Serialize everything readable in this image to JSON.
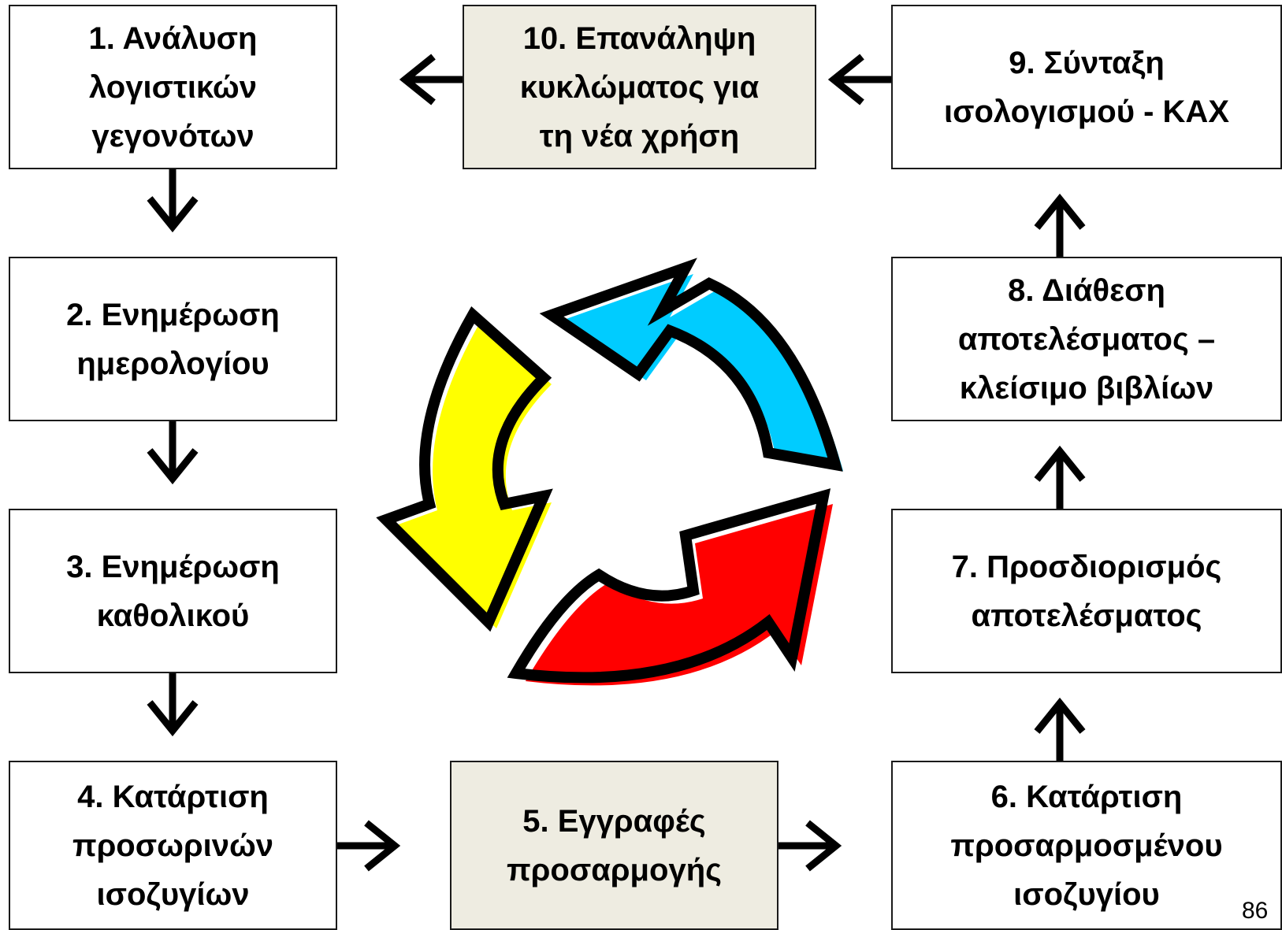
{
  "steps": [
    {
      "id": "step-1",
      "lines": [
        "1. Ανάλυση",
        "λογιστικών",
        "γεγονότων"
      ]
    },
    {
      "id": "step-2",
      "lines": [
        "2. Ενημέρωση",
        "ημερολογίου"
      ]
    },
    {
      "id": "step-3",
      "lines": [
        "3. Ενημέρωση",
        "καθολικού"
      ]
    },
    {
      "id": "step-4",
      "lines": [
        "4.  Κατάρτιση",
        "προσωρινών",
        "ισοζυγίων"
      ]
    },
    {
      "id": "step-5",
      "lines": [
        "5. Εγγραφές",
        "προσαρμογής"
      ]
    },
    {
      "id": "step-6",
      "lines": [
        "6. Κατάρτιση",
        "προσαρμοσμένου",
        "ισοζυγίου"
      ]
    },
    {
      "id": "step-7",
      "lines": [
        "7. Προσδιορισμός",
        "αποτελέσματος"
      ]
    },
    {
      "id": "step-8",
      "lines": [
        "8. Διάθεση",
        "αποτελέσματος –",
        "κλείσιμο βιβλίων"
      ]
    },
    {
      "id": "step-9",
      "lines": [
        "9. Σύνταξη",
        "ισολογισμού - ΚΑΧ"
      ]
    },
    {
      "id": "step-10",
      "lines": [
        "10. Επανάληψη",
        "κυκλώματος για",
        "τη νέα χρήση"
      ]
    }
  ],
  "page_number": "86",
  "colors": {
    "border": "#1a1a1a",
    "shaded_box": "#eeece1",
    "arrow": "#000000",
    "cycle_cyan": "#00ccff",
    "cycle_yellow": "#ffff00",
    "cycle_red": "#ff0000"
  },
  "icons": [
    "cycle-arrows-icon"
  ]
}
